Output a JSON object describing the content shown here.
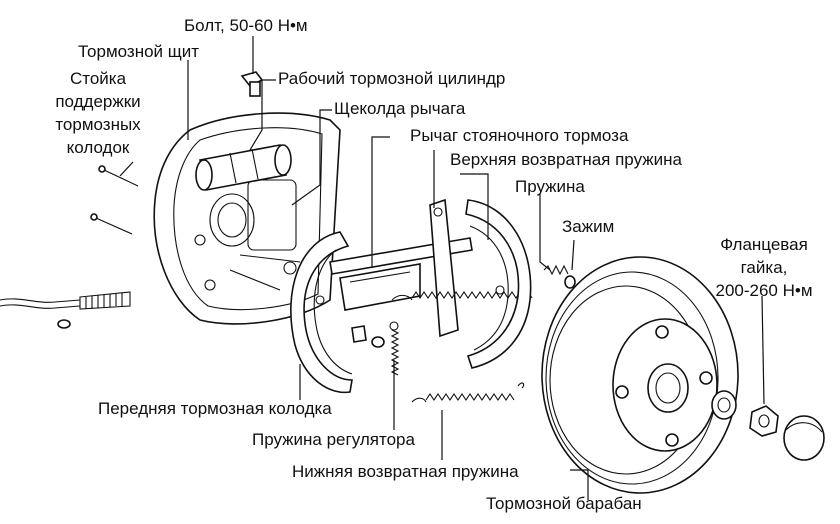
{
  "labels": {
    "bolt": "Болт, 50-60 Н•м",
    "backing_plate": "Тормозной щит",
    "shoe_hold_down_1": "Стойка",
    "shoe_hold_down_2": "поддержки",
    "shoe_hold_down_3": "тормозных",
    "shoe_hold_down_4": "колодок",
    "wheel_cylinder": "Рабочий тормозной цилиндр",
    "lever_latch": "Щеколда рычага",
    "parking_lever": "Рычаг стояночного тормоза",
    "upper_spring": "Верхняя возвратная пружина",
    "spring": "Пружина",
    "clip": "Зажим",
    "flange_nut_1": "Фланцевая",
    "flange_nut_2": "гайка,",
    "flange_nut_3": "200-260 Н•м",
    "front_shoe": "Передняя тормозная колодка",
    "adjuster_spring": "Пружина регулятора",
    "lower_spring": "Нижняя возвратная пружина",
    "brake_drum": "Тормозной барабан"
  }
}
